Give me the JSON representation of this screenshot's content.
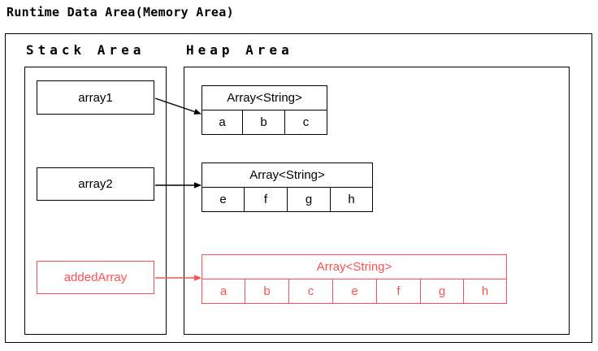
{
  "title": "Runtime Data Area(Memory Area)",
  "areas": {
    "stack": {
      "header": "Stack Area"
    },
    "heap": {
      "header": "Heap Area"
    }
  },
  "stack_variables": [
    {
      "name": "array1",
      "label": "array1",
      "color": "#000000"
    },
    {
      "name": "array2",
      "label": "array2",
      "color": "#000000"
    },
    {
      "name": "addedArray",
      "label": "addedArray",
      "color": "#fa5252"
    }
  ],
  "heap_arrays": [
    {
      "id": "array1-object",
      "type_label": "Array<String>",
      "cells": [
        "a",
        "b",
        "c"
      ],
      "color": "#000000"
    },
    {
      "id": "array2-object",
      "type_label": "Array<String>",
      "cells": [
        "e",
        "f",
        "g",
        "h"
      ],
      "color": "#000000"
    },
    {
      "id": "addedArray-object",
      "type_label": "Array<String>",
      "cells": [
        "a",
        "b",
        "c",
        "e",
        "f",
        "g",
        "h"
      ],
      "color": "#fa5252"
    }
  ],
  "references": [
    {
      "from": "array1",
      "to": "array1-object",
      "color": "#000000"
    },
    {
      "from": "array2",
      "to": "array2-object",
      "color": "#000000"
    },
    {
      "from": "addedArray",
      "to": "addedArray-object",
      "color": "#fa5252"
    }
  ],
  "colors": {
    "stroke": "#000000",
    "accent_red": "#fa5252",
    "background": "#ffffff"
  }
}
